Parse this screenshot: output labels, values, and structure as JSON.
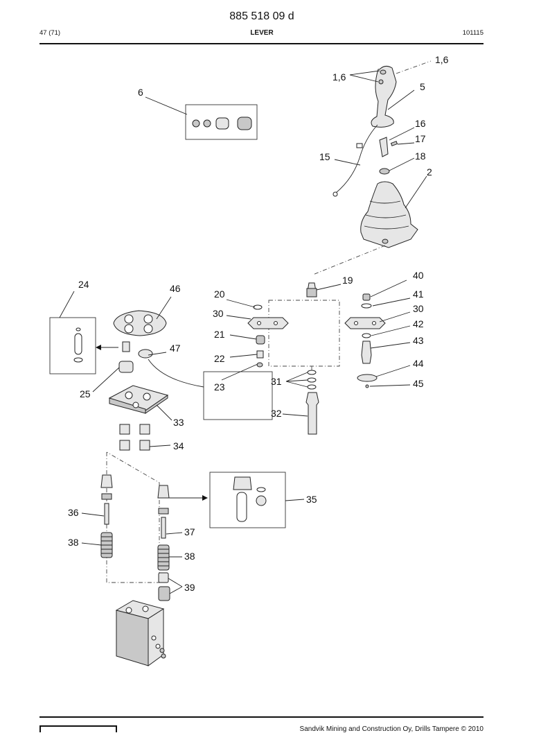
{
  "header": {
    "doc_number": "885 518 09 d",
    "page": "47 (71)",
    "title": "LEVER",
    "date_code": "101115"
  },
  "drawing": {
    "callouts": [
      {
        "id": "c-1-6-top",
        "label": "1,6"
      },
      {
        "id": "c-1-6-grip",
        "label": "1,6"
      },
      {
        "id": "c-5",
        "label": "5"
      },
      {
        "id": "c-6",
        "label": "6"
      },
      {
        "id": "c-16",
        "label": "16"
      },
      {
        "id": "c-17",
        "label": "17"
      },
      {
        "id": "c-15",
        "label": "15"
      },
      {
        "id": "c-18",
        "label": "18"
      },
      {
        "id": "c-2",
        "label": "2"
      },
      {
        "id": "c-24",
        "label": "24"
      },
      {
        "id": "c-46",
        "label": "46"
      },
      {
        "id": "c-40",
        "label": "40"
      },
      {
        "id": "c-19",
        "label": "19"
      },
      {
        "id": "c-20",
        "label": "20"
      },
      {
        "id": "c-41",
        "label": "41"
      },
      {
        "id": "c-30-left",
        "label": "30"
      },
      {
        "id": "c-30-right",
        "label": "30"
      },
      {
        "id": "c-42",
        "label": "42"
      },
      {
        "id": "c-21",
        "label": "21"
      },
      {
        "id": "c-43",
        "label": "43"
      },
      {
        "id": "c-47",
        "label": "47"
      },
      {
        "id": "c-22",
        "label": "22"
      },
      {
        "id": "c-44",
        "label": "44"
      },
      {
        "id": "c-31",
        "label": "31"
      },
      {
        "id": "c-23",
        "label": "23"
      },
      {
        "id": "c-45",
        "label": "45"
      },
      {
        "id": "c-25",
        "label": "25"
      },
      {
        "id": "c-32",
        "label": "32"
      },
      {
        "id": "c-33",
        "label": "33"
      },
      {
        "id": "c-34",
        "label": "34"
      },
      {
        "id": "c-35",
        "label": "35"
      },
      {
        "id": "c-36",
        "label": "36"
      },
      {
        "id": "c-37",
        "label": "37"
      },
      {
        "id": "c-38-left",
        "label": "38"
      },
      {
        "id": "c-38-right",
        "label": "38"
      },
      {
        "id": "c-39",
        "label": "39"
      }
    ]
  },
  "footer": {
    "copyright": "Sandvik Mining and Construction Oy, Drills Tampere © 2010"
  }
}
